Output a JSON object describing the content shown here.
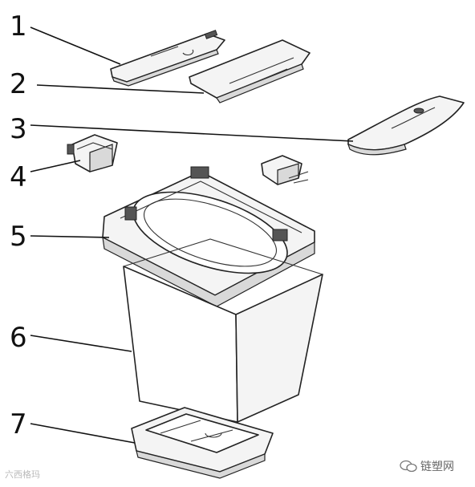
{
  "labels": [
    {
      "id": "1",
      "text": "1"
    },
    {
      "id": "2",
      "text": "2"
    },
    {
      "id": "3",
      "text": "3"
    },
    {
      "id": "4",
      "text": "4"
    },
    {
      "id": "5",
      "text": "5"
    },
    {
      "id": "6",
      "text": "6"
    },
    {
      "id": "7",
      "text": "7"
    }
  ],
  "watermarks": {
    "left": "六西格玛",
    "right": "链塑网"
  },
  "icons": {
    "watermark_logo": "wechat-logo-icon"
  },
  "colors": {
    "line": "#222222",
    "fill": "#f4f4f4",
    "background": "#ffffff"
  }
}
